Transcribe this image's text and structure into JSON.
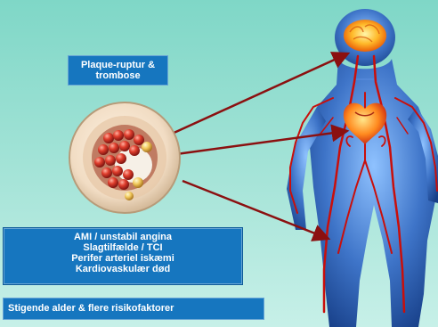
{
  "slide": {
    "plaque_title_line1": "Plaque-ruptur &",
    "plaque_title_line2": "trombose",
    "outcomes": [
      "AMI / unstabil angina",
      "Slagtilfælde / TCI",
      "Perifer arteriel iskæmi",
      "Kardiovaskulær død"
    ],
    "risk_factors": "Stigende alder & flere risikofaktorer"
  },
  "colors": {
    "background_top": "#7fd7c7",
    "background_bottom": "#c7f0e8",
    "label_blue": "#1676bf",
    "arrow_red": "#8b1010",
    "body_blue": "#2d5ea9"
  },
  "icons": {
    "artery": "artery-cross-section-icon",
    "body": "circulatory-system-figure",
    "brain": "brain-icon",
    "heart": "heart-icon"
  }
}
